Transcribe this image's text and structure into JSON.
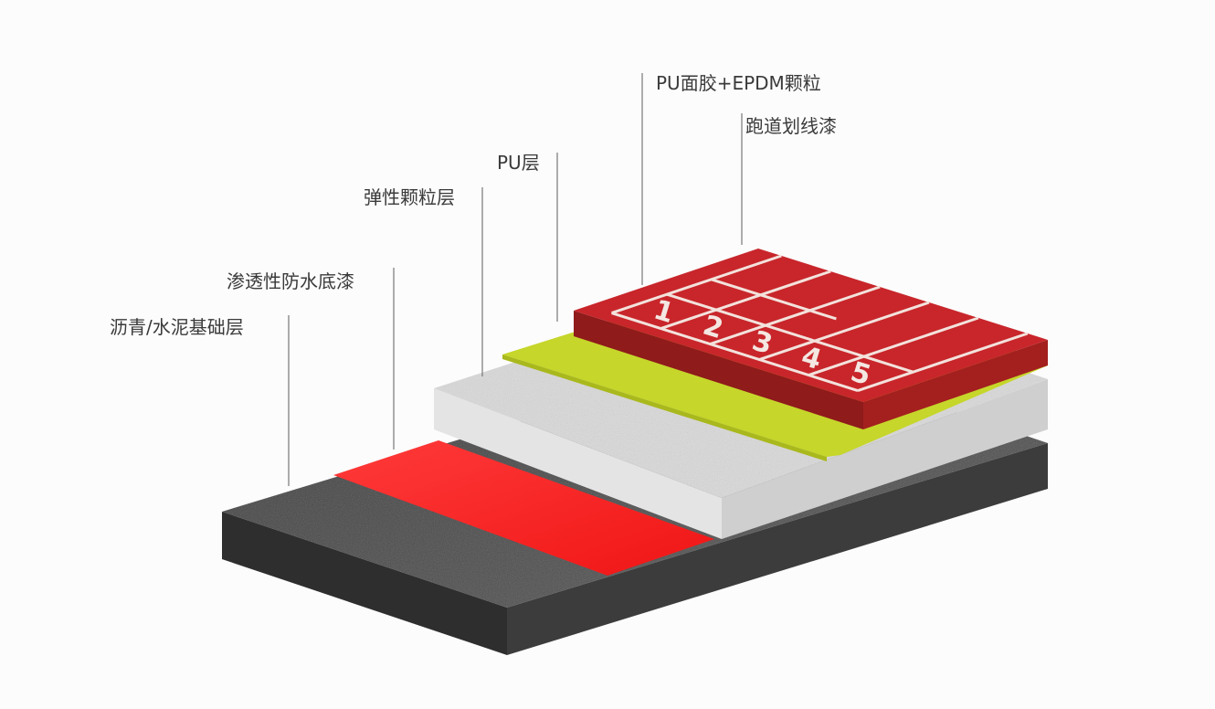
{
  "labels": {
    "pu_top_epdm": "PU面胶+EPDM颗粒",
    "track_line_paint": "跑道划线漆",
    "pu_layer": "PU层",
    "elastic_granule_layer": "弹性颗粒层",
    "waterproof_primer": "渗透性防水底漆",
    "base_layer": "沥青/水泥基础层"
  },
  "lane_numbers": [
    "1",
    "2",
    "3",
    "4",
    "5"
  ],
  "colors": {
    "asphalt": "#4a4a4a",
    "primer": "#ff2222",
    "concrete": "#d6d6d6",
    "pu_layer": "#c8d82a",
    "top_surface": "#c8262b",
    "lane_lines": "#f3e2dc"
  }
}
